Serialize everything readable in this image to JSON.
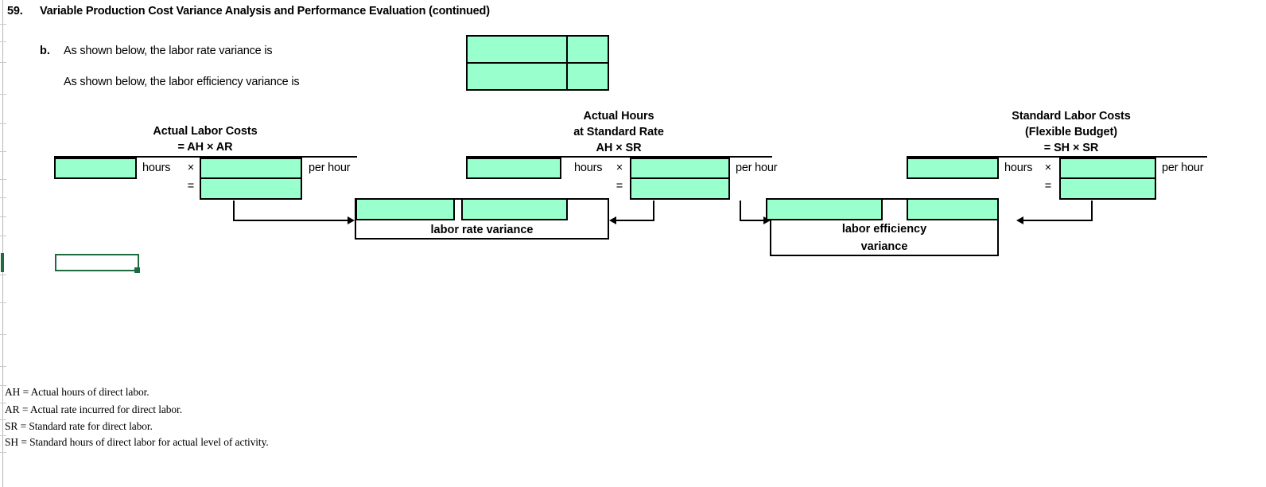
{
  "question": {
    "number": "59.",
    "title": "Variable Production Cost Variance Analysis and Performance Evaluation (continued)"
  },
  "part": {
    "letter": "b.",
    "prompt_1": "As shown below, the labor rate variance is",
    "prompt_2": "As shown below, the labor efficiency variance is"
  },
  "answer_grid": {
    "rows": 2,
    "cols": 2,
    "cells": [
      "",
      "",
      "",
      ""
    ],
    "fill_color": "#99ffcc",
    "border_color": "#000000"
  },
  "columns": [
    {
      "id": "actual-labor-costs",
      "heading_lines": [
        "Actual Labor Costs",
        "= AH ×  AR"
      ],
      "hours_input": "",
      "hours_unit": "hours",
      "multiply_symbol": "×",
      "rate_input": "",
      "rate_unit": "per hour",
      "equals_symbol": "=",
      "total_input": ""
    },
    {
      "id": "actual-hours-at-standard-rate",
      "heading_lines": [
        "Actual Hours",
        "at Standard Rate",
        "AH × SR"
      ],
      "hours_input": "",
      "hours_unit": "hours",
      "multiply_symbol": "×",
      "rate_input": "",
      "rate_unit": "per hour",
      "equals_symbol": "=",
      "total_input": ""
    },
    {
      "id": "standard-labor-costs",
      "heading_lines": [
        "Standard Labor Costs",
        "(Flexible Budget)",
        "= SH × SR"
      ],
      "hours_input": "",
      "hours_unit": "hours",
      "multiply_symbol": "×",
      "rate_input": "",
      "rate_unit": "per hour",
      "equals_symbol": "=",
      "total_input": ""
    }
  ],
  "variances": [
    {
      "id": "labor-rate-variance",
      "label_lines": [
        "labor rate variance"
      ],
      "amount_input": "",
      "favorability_input": ""
    },
    {
      "id": "labor-efficiency-variance",
      "label_lines": [
        "labor efficiency",
        "variance"
      ],
      "amount_input": "",
      "favorability_input": ""
    }
  ],
  "legend": [
    "AH = Actual hours of direct labor.",
    "AR = Actual rate incurred for direct labor.",
    "SR = Standard rate for direct labor.",
    "SH = Standard hours of direct labor for actual level of activity."
  ],
  "selected_cell": {
    "value": ""
  },
  "colors": {
    "input_fill": "#99ffcc",
    "line": "#000000",
    "selection": "#1e6b42",
    "gutter": "#b8b8b8"
  }
}
